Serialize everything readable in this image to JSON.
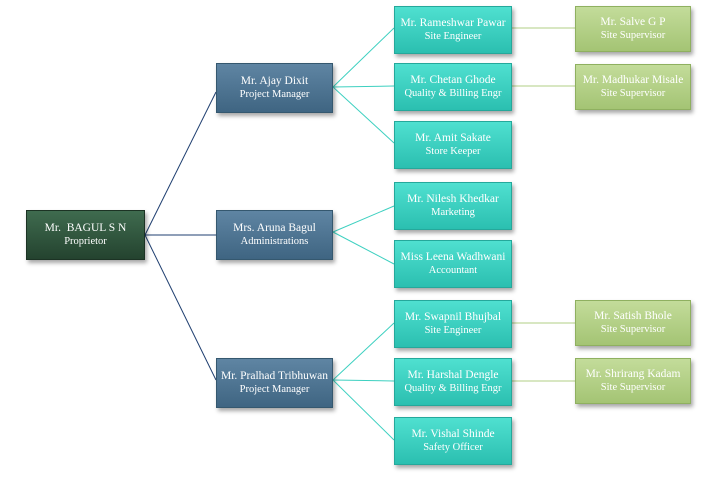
{
  "org": {
    "root": {
      "name": "Mr.  BAGUL S N",
      "role": "Proprietor"
    },
    "managers": [
      {
        "name": "Mr. Ajay Dixit",
        "role": "Project Manager"
      },
      {
        "name": "Mrs. Aruna Bagul",
        "role": "Administrations"
      },
      {
        "name": "Mr. Pralhad Tribhuwan",
        "role": "Project Manager"
      }
    ],
    "staff": [
      {
        "name": "Mr. Rameshwar Pawar",
        "role": "Site Engineer"
      },
      {
        "name": "Mr. Chetan Ghode",
        "role": "Quality & Billing Engr"
      },
      {
        "name": "Mr. Amit Sakate",
        "role": "Store Keeper"
      },
      {
        "name": "Mr. Nilesh Khedkar",
        "role": "Marketing"
      },
      {
        "name": "Miss Leena Wadhwani",
        "role": "Accountant"
      },
      {
        "name": "Mr. Swapnil Bhujbal",
        "role": "Site Engineer"
      },
      {
        "name": "Mr. Harshal Dengle",
        "role": "Quality & Billing Engr"
      },
      {
        "name": "Mr. Vishal Shinde",
        "role": "Safety Officer"
      }
    ],
    "supervisors": [
      {
        "name": "Mr. Salve G P",
        "role": "Site Supervisor"
      },
      {
        "name": "Mr. Madhukar Misale",
        "role": "Site Supervisor"
      },
      {
        "name": "Mr. Satish Bhole",
        "role": "Site Supervisor"
      },
      {
        "name": "Mr. Shrirang Kadam",
        "role": "Site Supervisor"
      }
    ]
  },
  "colors": {
    "root_fill": "#2f5a3d",
    "manager_fill": "#4f7592",
    "staff_fill": "#3dd0c0",
    "supervisor_fill": "#b2cf85",
    "root_line": "#1f3f70",
    "manager_line": "#3dd0c0",
    "supervisor_line": "#b2cf85"
  }
}
